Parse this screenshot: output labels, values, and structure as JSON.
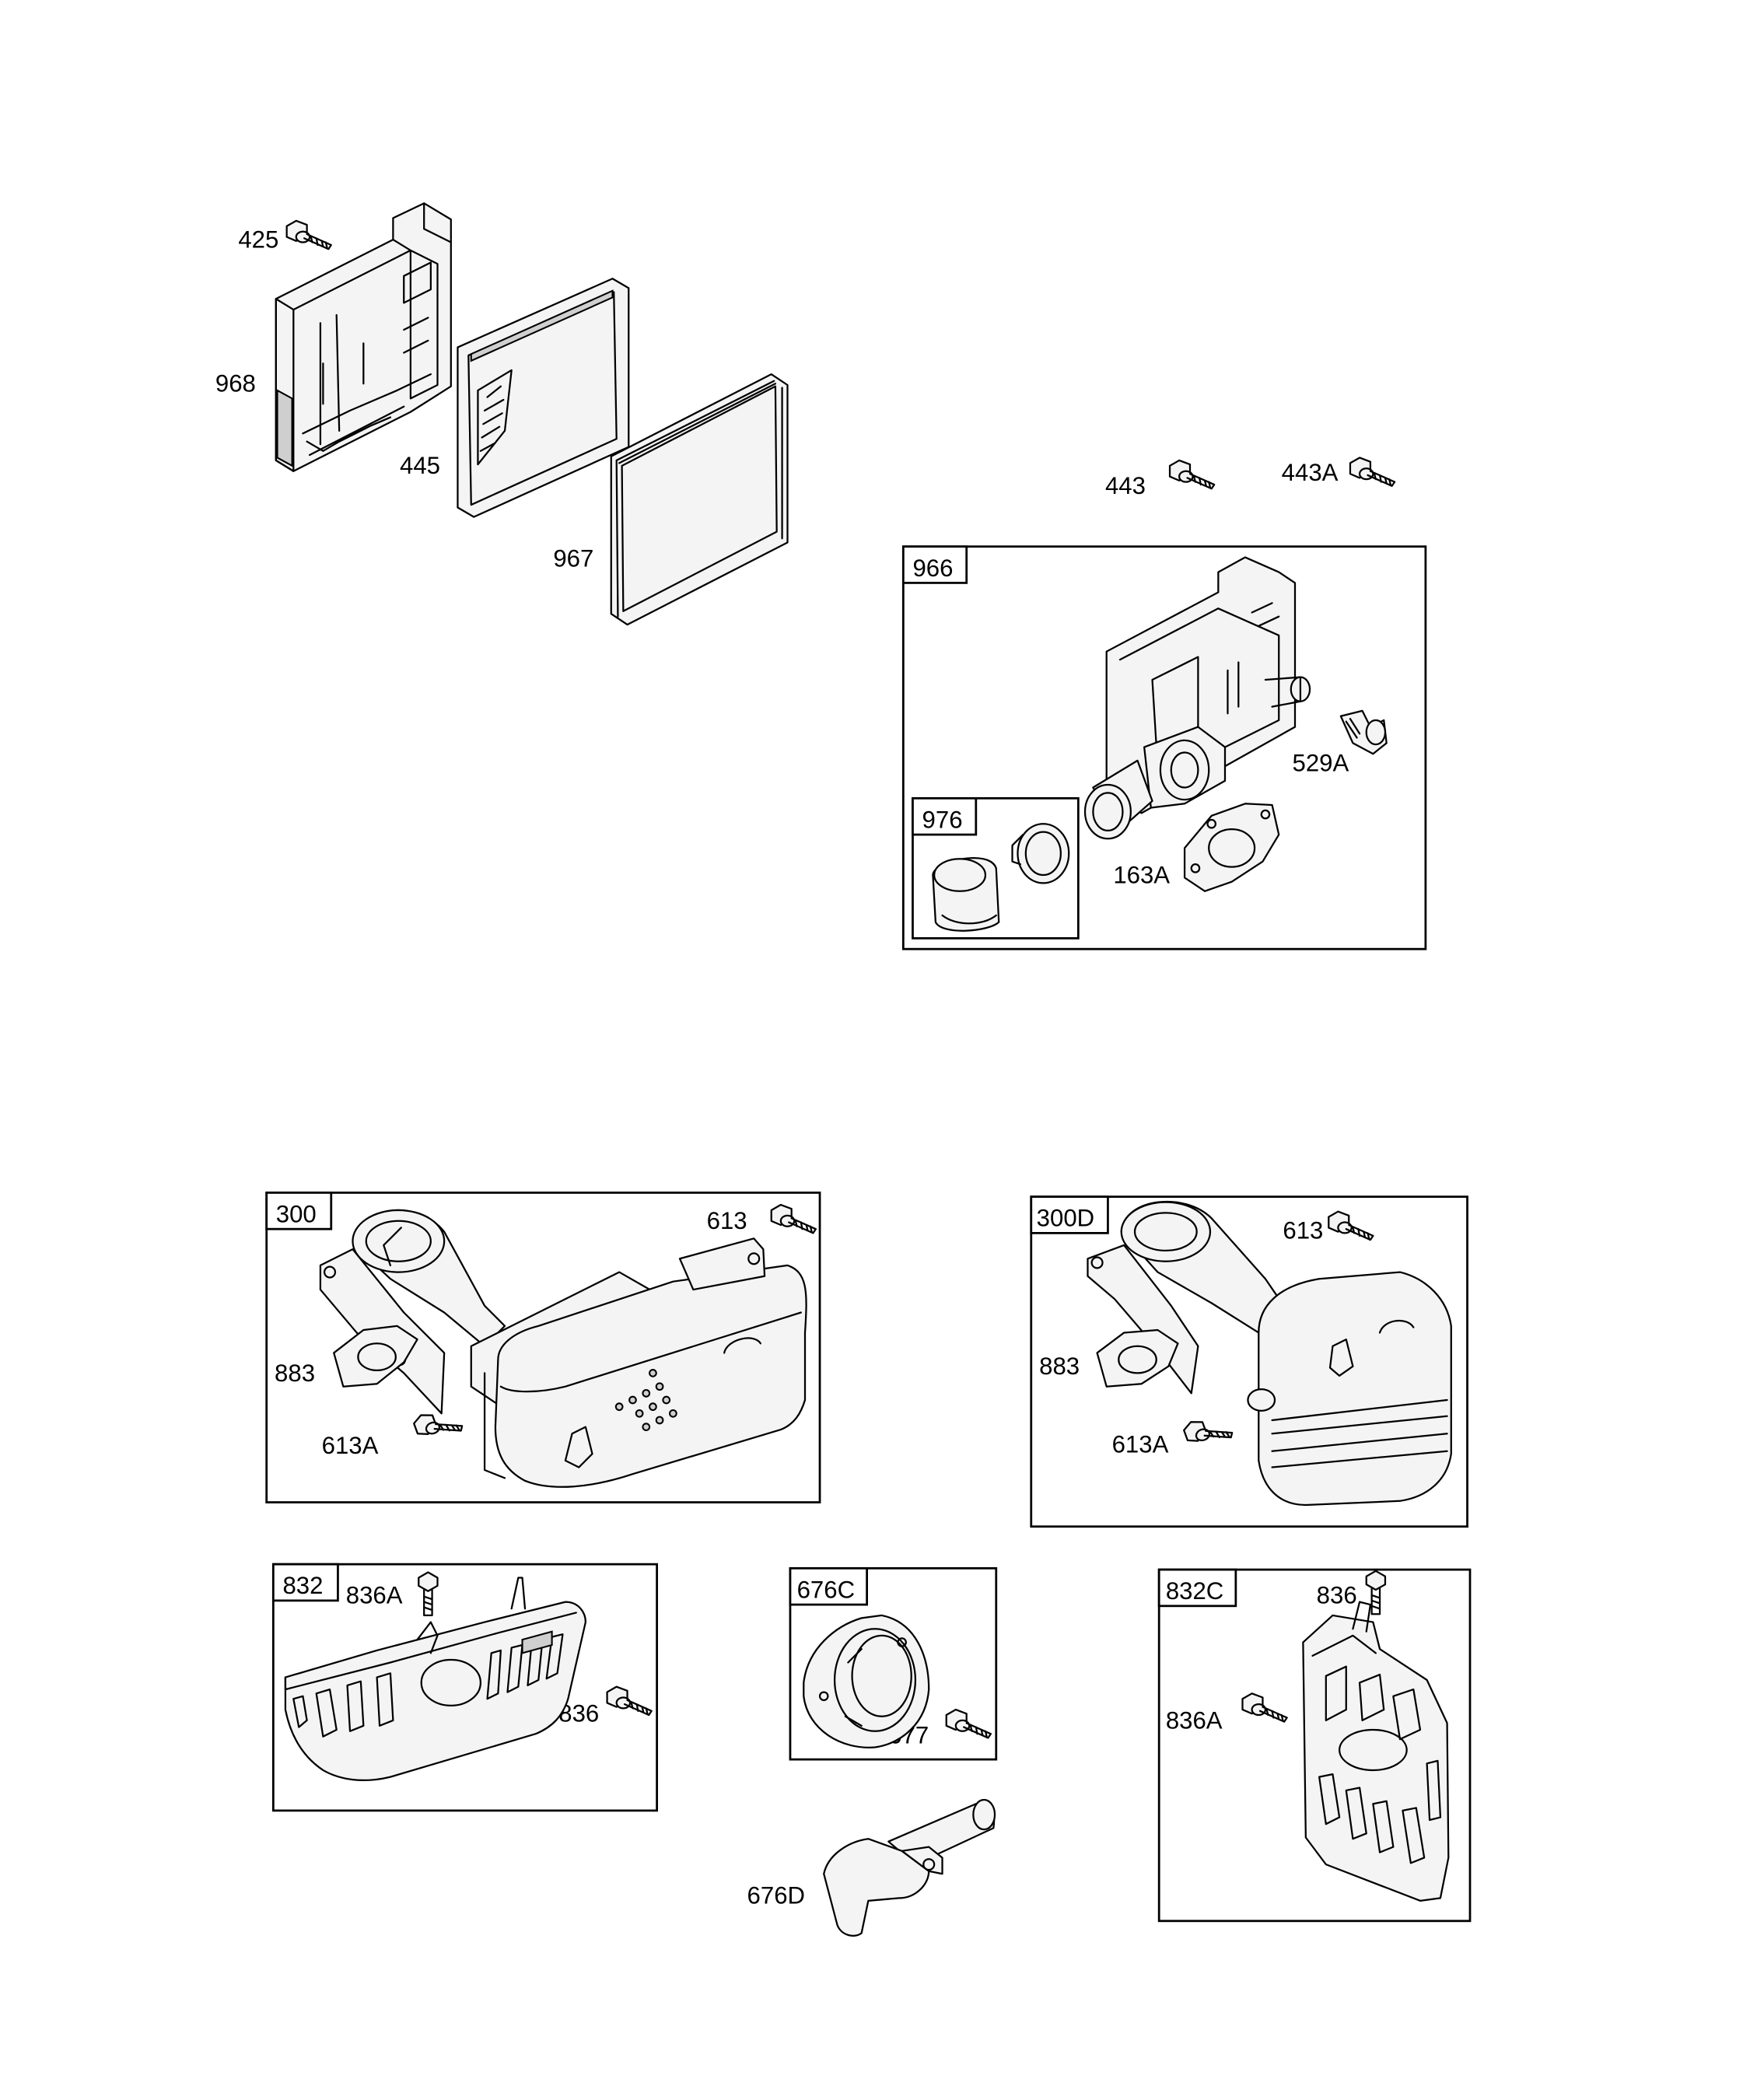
{
  "callouts": {
    "p425": "425",
    "p968": "968",
    "p445": "445",
    "p967": "967",
    "p443": "443",
    "p443A": "443A",
    "p529A": "529A",
    "p163A": "163A",
    "p613_a": "613",
    "p883_a": "883",
    "p613A_a": "613A",
    "p613_b": "613",
    "p883_b": "883",
    "p613A_b": "613A",
    "p836A_a": "836A",
    "p836_a": "836",
    "p677": "677",
    "p676D": "676D",
    "p836_b": "836",
    "p836A_b": "836A"
  },
  "kits": {
    "k966": "966",
    "k976": "976",
    "k300": "300",
    "k300D": "300D",
    "k832": "832",
    "k676C": "676C",
    "k832C": "832C"
  }
}
